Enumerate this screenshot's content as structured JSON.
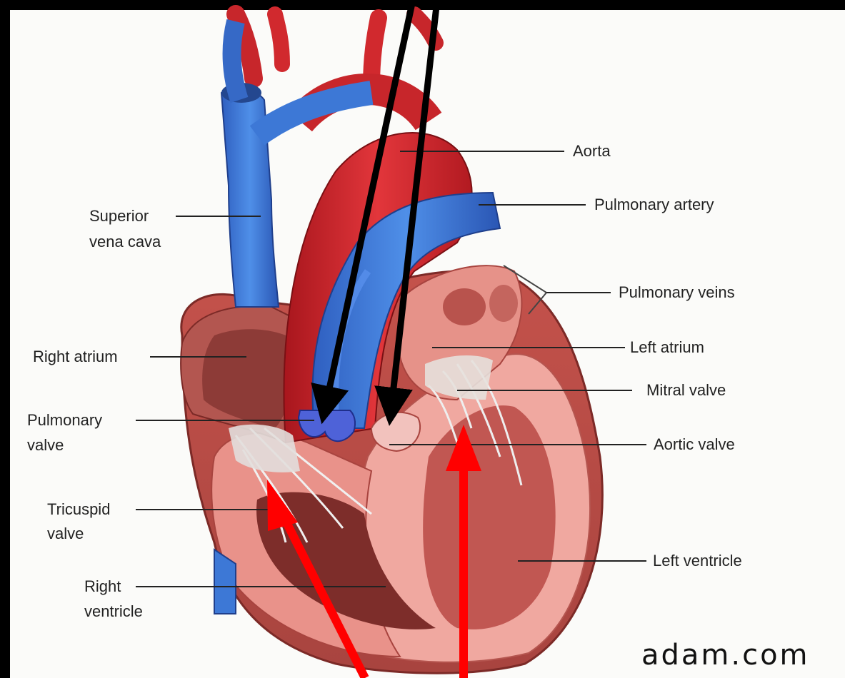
{
  "labels": {
    "aorta": "Aorta",
    "pulmonary_artery": "Pulmonary artery",
    "superior_vena_cava_1": "Superior",
    "superior_vena_cava_2": "vena cava",
    "pulmonary_veins": "Pulmonary veins",
    "left_atrium": "Left atrium",
    "right_atrium": "Right atrium",
    "mitral_valve": "Mitral valve",
    "pulmonary_valve_1": "Pulmonary",
    "pulmonary_valve_2": "valve",
    "aortic_valve": "Aortic valve",
    "tricuspid_valve_1": "Tricuspid",
    "tricuspid_valve_2": "valve",
    "left_ventricle": "Left ventricle",
    "right_ventricle_1": "Right",
    "right_ventricle_2": "ventricle"
  },
  "watermark": "adam.com",
  "colors": {
    "artery_red": "#d8232a",
    "vein_blue": "#3d78d6",
    "muscle": "#c96b63",
    "annotation_black": "#000000",
    "annotation_red": "#ff0000",
    "background": "#fbfbf9",
    "frame": "#000000"
  }
}
